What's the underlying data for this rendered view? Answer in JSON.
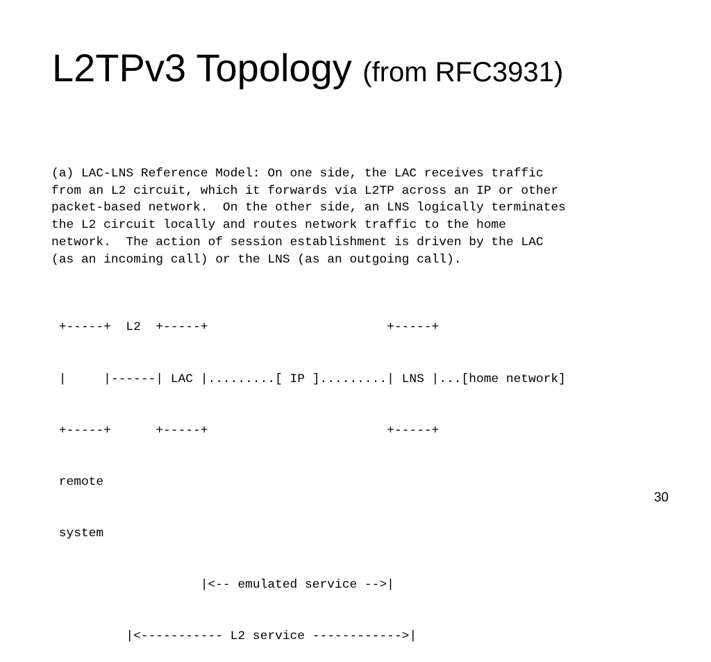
{
  "slide": {
    "title": "L2TPv3 Topology ",
    "subtitle": "(from RFC3931)",
    "page_number": "30"
  },
  "rfc_excerpt": {
    "paragraph_lines": [
      "(a) LAC-LNS Reference Model: On one side, the LAC receives traffic",
      "from an L2 circuit, which it forwards via L2TP across an IP or other",
      "packet-based network.  On the other side, an LNS logically terminates",
      "the L2 circuit locally and routes network traffic to the home",
      "network.  The action of session establishment is driven by the LAC",
      "(as an incoming call) or the LNS (as an outgoing call)."
    ],
    "diagram_lines": [
      " +-----+  L2  +-----+                        +-----+",
      " |     |------| LAC |.........[ IP ].........| LNS |...[home network]",
      " +-----+      +-----+                        +-----+",
      " remote",
      " system",
      "                    |<-- emulated service -->|",
      "          |<----------- L2 service ------------>|"
    ]
  }
}
